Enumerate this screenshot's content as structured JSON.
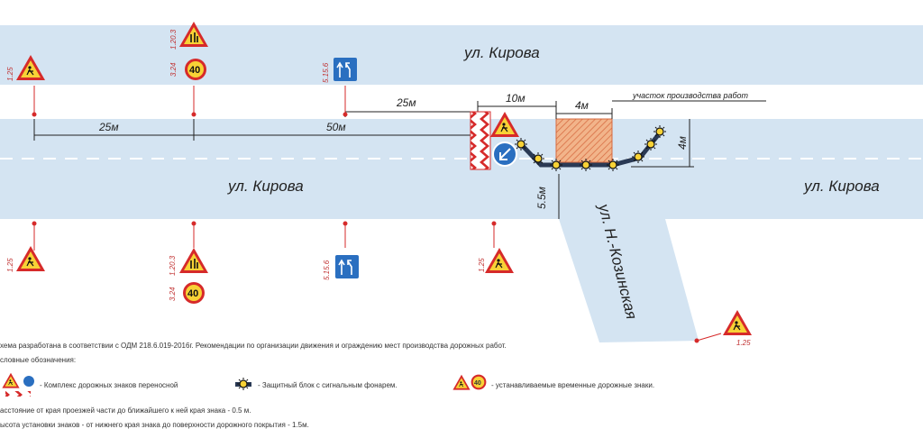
{
  "streets": {
    "top": "ул. Кирова",
    "main_left": "ул. Кирова",
    "main_right": "ул. Кирова",
    "side": "ул. Н.-Козинская"
  },
  "dimensions": {
    "d_25_lower": "25м",
    "d_50": "50м",
    "d_25_upper": "25м",
    "d_10": "10м",
    "d_4_h": "4м",
    "d_4_v": "4м",
    "d_5_5": "5.5м"
  },
  "work_zone_label": "участок производства работ",
  "sign_codes": {
    "top_left": "1.25",
    "top_narrow": "1.20.3",
    "top_speed": "3.24",
    "top_lanes": "5.15.6",
    "bottom_left": "1.25",
    "bottom_narrow": "1.20.3",
    "bottom_speed": "3.24",
    "bottom_lanes": "5.15.6",
    "bottom_work": "1.25",
    "side_work": "1.25"
  },
  "speed_limit": "40",
  "notes": {
    "scheme": "хема разработана в соответствии с ОДМ 218.6.019-2016г. Рекомендации по организации движения и ограждению мест производства дорожных работ.",
    "legend_title": "словные обозначения:",
    "legend_portable": "- Комплекс дорожных знаков переносной",
    "legend_block": "- Защитный блок с сигнальным фонарем.",
    "legend_temp": "- устанавливаемые временные дорожные знаки.",
    "distance": "асстояние от края проезжей части до ближайшего к ней края знака - 0.5 м.",
    "height": "ысота установки знаков - от нижнего края знака до поверхности дорожного покрытия - 1.5м."
  },
  "colors": {
    "road": "#d4e4f2",
    "sign_red": "#d62a2a",
    "sign_yellow": "#f8d236",
    "sign_blue": "#2a6fc0",
    "dimension": "#222222",
    "work_zone": "#f2b48a"
  }
}
